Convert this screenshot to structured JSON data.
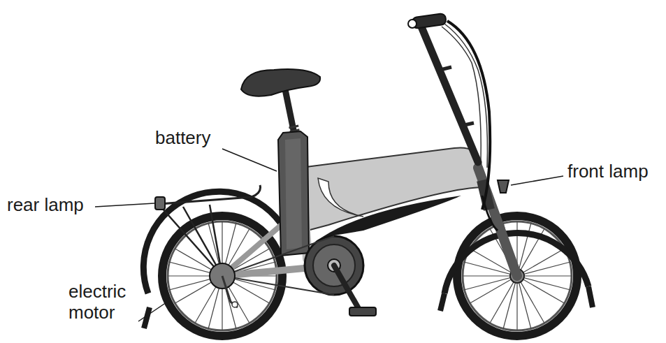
{
  "diagram": {
    "labels": [
      "battery",
      "front lamp",
      "rear lamp",
      "electric motor"
    ]
  }
}
